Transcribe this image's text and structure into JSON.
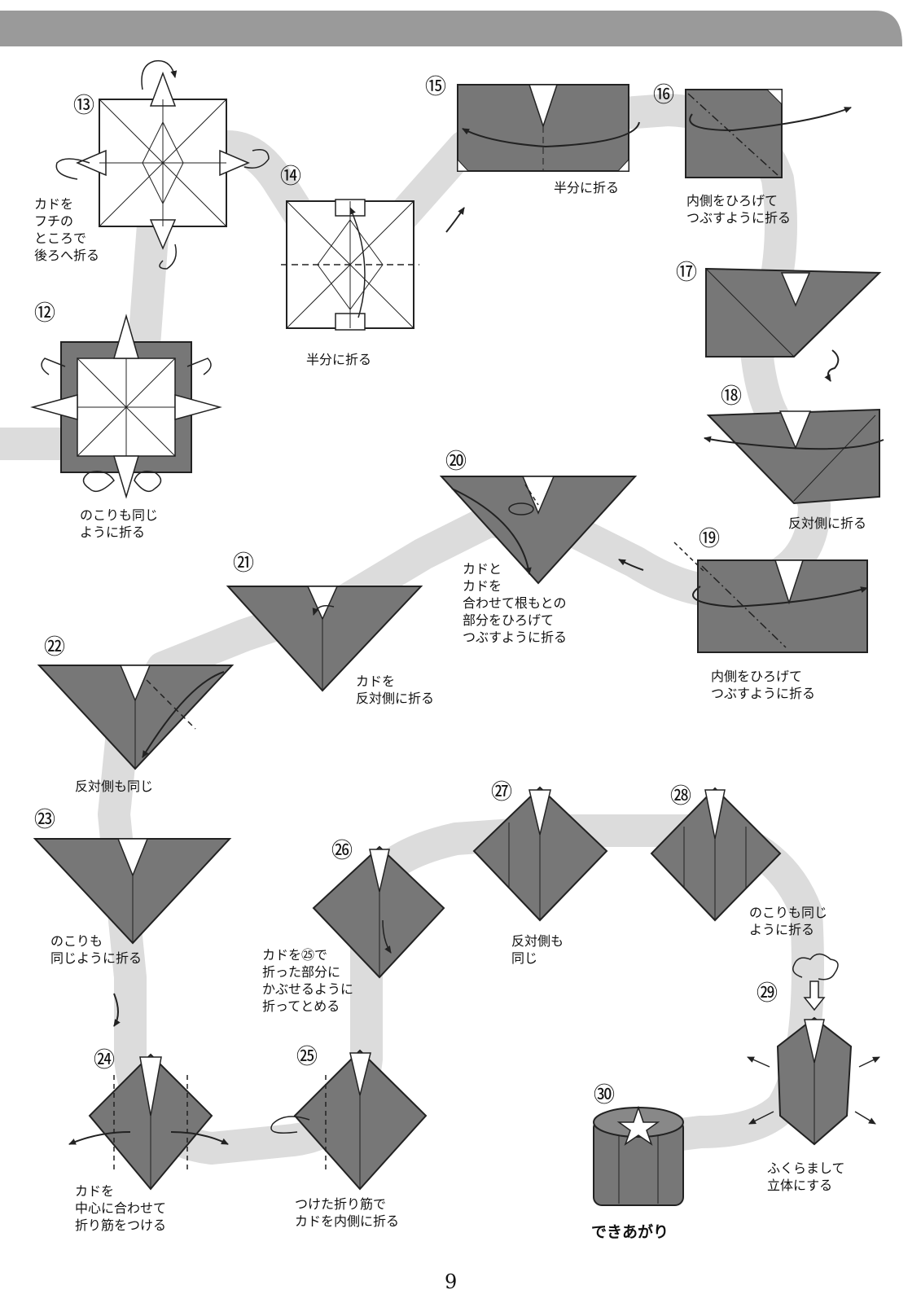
{
  "page_number": "9",
  "steps": [
    {
      "num": "⑫",
      "caption": "のこりも同じ\nように折る"
    },
    {
      "num": "⑬",
      "caption": "カドを\nフチの\nところで\n後ろへ折る"
    },
    {
      "num": "⑭",
      "caption": "半分に折る"
    },
    {
      "num": "⑮",
      "caption": "半分に折る"
    },
    {
      "num": "⑯",
      "caption": "内側をひろげて\nつぶすように折る"
    },
    {
      "num": "⑰",
      "caption": ""
    },
    {
      "num": "⑱",
      "caption": "反対側に折る"
    },
    {
      "num": "⑲",
      "caption": "内側をひろげて\nつぶすように折る"
    },
    {
      "num": "⑳",
      "caption": "カドと\nカドを\n合わせて根もとの\n部分をひろげて\nつぶすように折る"
    },
    {
      "num": "㉑",
      "caption": "カドを\n反対側に折る"
    },
    {
      "num": "㉒",
      "caption": "反対側も同じ"
    },
    {
      "num": "㉓",
      "caption": "のこりも\n同じように折る"
    },
    {
      "num": "㉔",
      "caption": "カドを\n中心に合わせて\n折り筋をつける"
    },
    {
      "num": "㉕",
      "caption": "つけた折り筋で\nカドを内側に折る"
    },
    {
      "num": "㉖",
      "caption": "カドを㉕で\n折った部分に\nかぶせるように\n折ってとめる"
    },
    {
      "num": "㉗",
      "caption": "反対側も\n同じ"
    },
    {
      "num": "㉘",
      "caption": "のこりも同じ\nように折る"
    },
    {
      "num": "㉙",
      "caption": "ふくらまして\n立体にする"
    },
    {
      "num": "㉚",
      "caption": ""
    }
  ],
  "final_label": "できあがり",
  "colors": {
    "paper_gray": "#777777",
    "path_gray": "#dddddd",
    "line": "#222222"
  }
}
